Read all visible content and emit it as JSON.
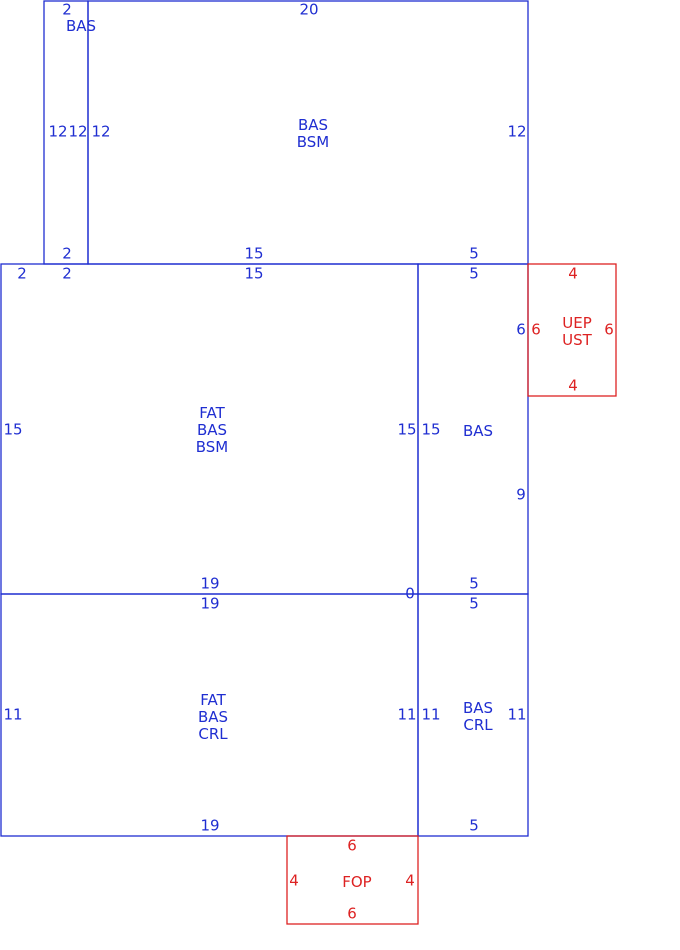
{
  "colors": {
    "main": "#1f2ed1",
    "porch": "#dd2222"
  },
  "rooms": [
    {
      "id": "bas-strip",
      "color": "main",
      "label": [
        "BAS"
      ],
      "dims": [
        {
          "id": "top",
          "text": "2"
        },
        {
          "id": "bottom",
          "text": "2"
        },
        {
          "id": "left",
          "text": "12"
        },
        {
          "id": "right",
          "text": "12"
        }
      ]
    },
    {
      "id": "bas-bsm-upper",
      "color": "main",
      "label": [
        "BAS",
        "BSM"
      ],
      "dims": [
        {
          "id": "top",
          "text": "20"
        },
        {
          "id": "bottom",
          "text": "15"
        },
        {
          "id": "bottom-right",
          "text": "5"
        },
        {
          "id": "left",
          "text": "12"
        },
        {
          "id": "right",
          "text": "12"
        }
      ]
    },
    {
      "id": "fat-bas-bsm",
      "color": "main",
      "label": [
        "FAT",
        "BAS",
        "BSM"
      ],
      "dims": [
        {
          "id": "top-left",
          "text": "2"
        },
        {
          "id": "top-a",
          "text": "2"
        },
        {
          "id": "top-b",
          "text": "15"
        },
        {
          "id": "bottom",
          "text": "19"
        },
        {
          "id": "left",
          "text": "15"
        },
        {
          "id": "right",
          "text": "15"
        },
        {
          "id": "corner",
          "text": "0"
        }
      ]
    },
    {
      "id": "bas-right",
      "color": "main",
      "label": [
        "BAS"
      ],
      "dims": [
        {
          "id": "top",
          "text": "5"
        },
        {
          "id": "bottom",
          "text": "5"
        },
        {
          "id": "left",
          "text": "15"
        },
        {
          "id": "right-upper",
          "text": "6"
        },
        {
          "id": "right-lower",
          "text": "9"
        }
      ]
    },
    {
      "id": "fat-bas-crl",
      "color": "main",
      "label": [
        "FAT",
        "BAS",
        "CRL"
      ],
      "dims": [
        {
          "id": "top",
          "text": "19"
        },
        {
          "id": "bottom",
          "text": "19"
        },
        {
          "id": "left",
          "text": "11"
        },
        {
          "id": "right",
          "text": "11"
        }
      ]
    },
    {
      "id": "bas-crl",
      "color": "main",
      "label": [
        "BAS",
        "CRL"
      ],
      "dims": [
        {
          "id": "top",
          "text": "5"
        },
        {
          "id": "bottom",
          "text": "5"
        },
        {
          "id": "left",
          "text": "11"
        },
        {
          "id": "right",
          "text": "11"
        }
      ]
    },
    {
      "id": "uep-ust",
      "color": "porch",
      "label": [
        "UEP",
        "UST"
      ],
      "dims": [
        {
          "id": "top",
          "text": "4"
        },
        {
          "id": "bottom",
          "text": "4"
        },
        {
          "id": "left",
          "text": "6"
        },
        {
          "id": "right",
          "text": "6"
        }
      ]
    },
    {
      "id": "fop",
      "color": "porch",
      "label": [
        "FOP"
      ],
      "dims": [
        {
          "id": "top",
          "text": "6"
        },
        {
          "id": "bottom",
          "text": "6"
        },
        {
          "id": "left",
          "text": "4"
        },
        {
          "id": "right",
          "text": "4"
        }
      ]
    }
  ]
}
